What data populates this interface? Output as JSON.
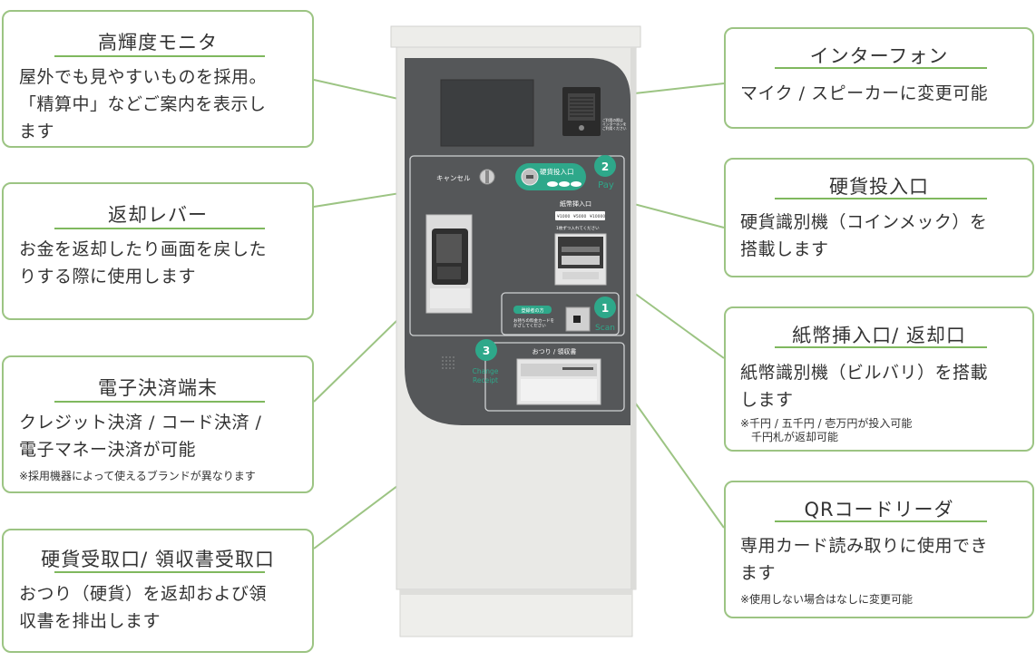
{
  "callouts": {
    "monitor": {
      "title": "高輝度モニタ",
      "body": "屋外でも見やすいものを採用。\n「精算中」などご案内を表示し\nます"
    },
    "return_lever": {
      "title": "返却レバー",
      "body": "お金を返却したり画面を戻した\nりする際に使用します"
    },
    "terminal": {
      "title": "電子決済端末",
      "body": "クレジット決済 / コード決済 /\n電子マネー決済が可能",
      "note": "※採用機器によって使えるブランドが異なります"
    },
    "coin_receipt": {
      "title": "硬貨受取口/ 領収書受取口",
      "body": "おつり（硬貨）を返却および領\n収書を排出します"
    },
    "intercom": {
      "title": "インターフォン",
      "body": "マイク / スピーカーに変更可能"
    },
    "coin_slot": {
      "title": "硬貨投入口",
      "body": "硬貨識別機（コインメック）を\n搭載します"
    },
    "bill_slot": {
      "title": "紙幣挿入口/ 返却口",
      "body": "紙幣識別機（ビルバリ）を搭載\nします",
      "note": "※千円 / 五千円 / 壱万円が投入可能\n　千円札が返却可能"
    },
    "qr_reader": {
      "title": "QRコードリーダ",
      "body": "専用カード読み取りに使用でき\nます",
      "note": "※使用しない場合はなしに変更可能"
    }
  },
  "machine_labels": {
    "cancel": "キャンセル",
    "coin_insert": "硬貨投入口",
    "step2_num": "2",
    "step2_text": "Pay",
    "bill_insert": "紙幣挿入口",
    "bill_denoms": [
      "¥1000",
      "¥5000",
      "¥10000"
    ],
    "bill_hint": "1枚ずつ入れてください",
    "step1_num": "1",
    "step1_text": "Scan",
    "qr_badge": "登録者の方",
    "qr_hint": "お持ちの料金カードを\nかざしてください",
    "step3_num": "3",
    "step3_text1": "Change",
    "step3_text2": "Receipt",
    "change_label": "おつり / 領収書",
    "intercom_hint": "ご利用の際は\nインターホンを\nご利用ください"
  },
  "colors": {
    "accent_green": "#9cc483",
    "panel_dark": "#555759",
    "machine_body": "#e9e9e6",
    "teal": "#2ea88a"
  }
}
